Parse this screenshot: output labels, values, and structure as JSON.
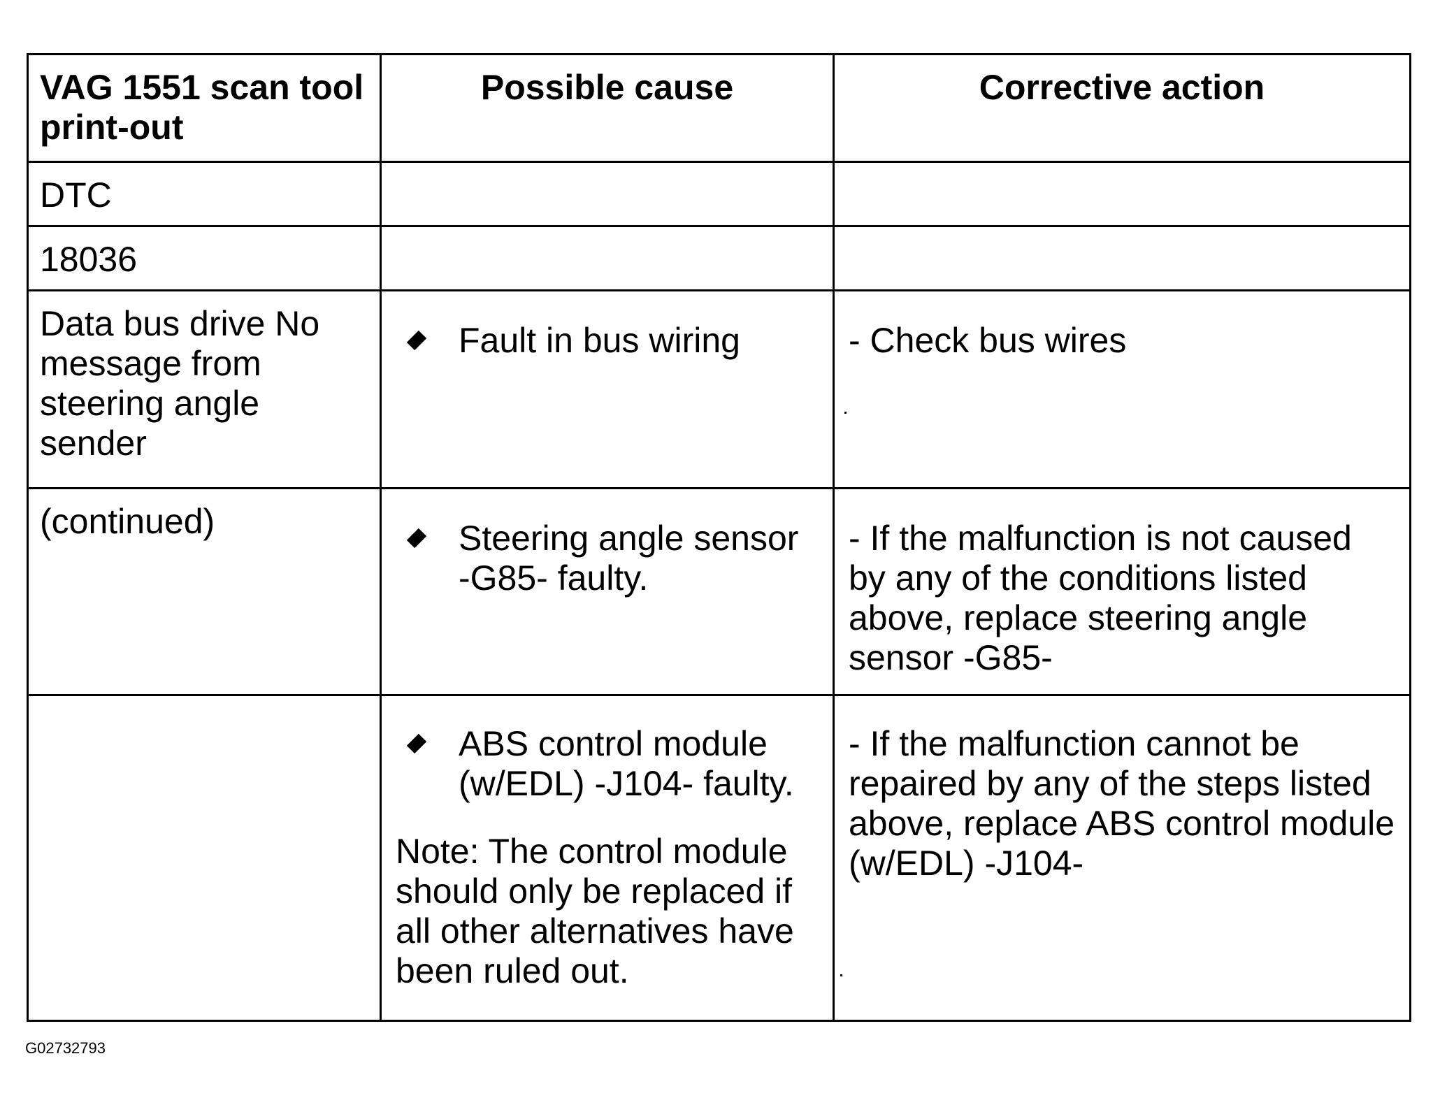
{
  "table": {
    "headers": [
      "VAG 1551 scan tool print-out",
      "Possible cause",
      "Corrective action"
    ],
    "section_label": "DTC",
    "code": "18036",
    "rows": [
      {
        "printout": "Data bus drive No message from steering angle sender",
        "cause": "Fault in bus wiring",
        "action": "- Check bus wires"
      },
      {
        "printout": "(continued)",
        "cause": "Steering angle sensor -G85- faulty.",
        "action": "- If the malfunction is not caused by any of the conditions listed above, replace steering angle sensor -G85-"
      },
      {
        "printout": "",
        "cause": "ABS control module (w/EDL) -J104- faulty.",
        "note": "Note: The control module should only be replaced if all other alternatives have been ruled out.",
        "action": "- If the malfunction cannot be repaired by any of the steps listed above, replace ABS control module (w/EDL) -J104-"
      }
    ]
  },
  "figure_id": "G02732793",
  "icons": {
    "bullet": "diamond-bullet-icon"
  }
}
